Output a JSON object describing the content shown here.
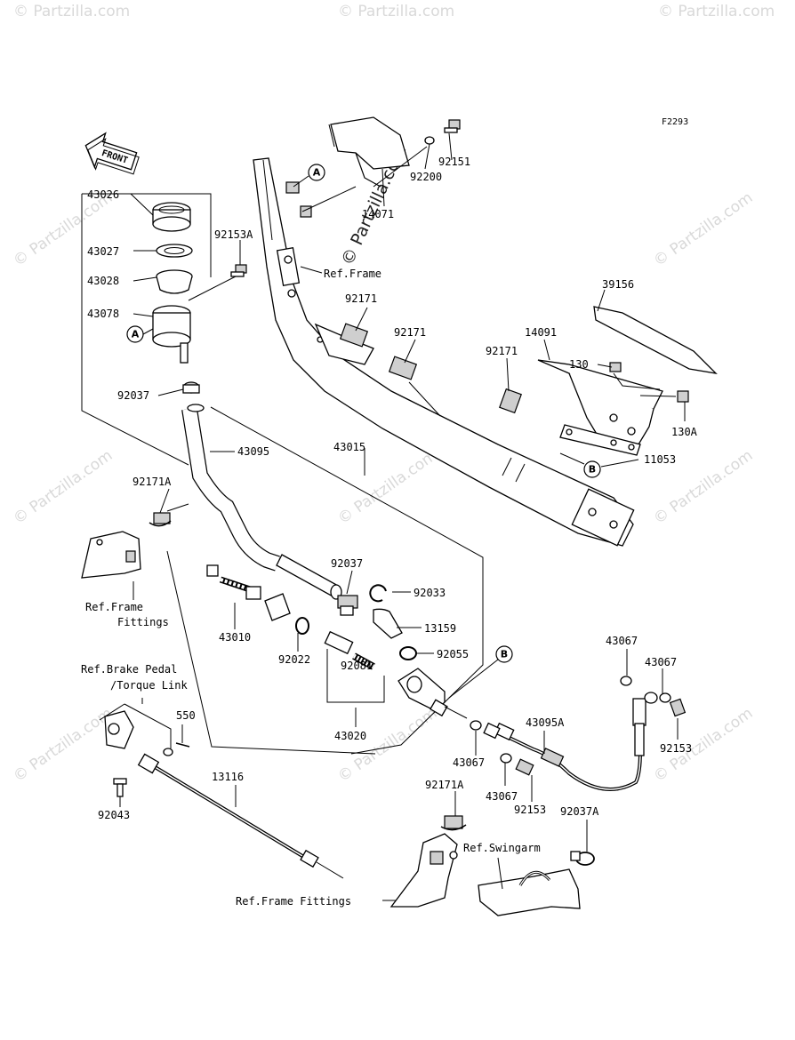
{
  "figure_code": "F2293",
  "front_arrow_label": "FRONT",
  "watermark": {
    "text": "© Partzilla.com",
    "center_text": "© Partzilla.com"
  },
  "callouts": {
    "a": "A",
    "b": "B"
  },
  "parts": {
    "p43026": "43026",
    "p43027": "43027",
    "p43028": "43028",
    "p43078": "43078",
    "p92153a": "92153A",
    "p92037_top": "92037",
    "p43095": "43095",
    "p43015": "43015",
    "p92171a_left": "92171A",
    "p43010": "43010",
    "p92037_mid": "92037",
    "p92033": "92033",
    "p13159": "13159",
    "p92055": "92055",
    "p92022": "92022",
    "p92081": "92081",
    "p43020": "43020",
    "p550": "550",
    "p13116": "13116",
    "p92043": "92043",
    "p92171a_bottom": "92171A",
    "p92037a": "92037A",
    "p43067_a": "43067",
    "p43067_b": "43067",
    "p43067_c": "43067",
    "p43067_d": "43067",
    "p43095a": "43095A",
    "p92153_right": "92153",
    "p92153_bottom": "92153",
    "p39156": "39156",
    "p14091": "14091",
    "p130": "130",
    "p130a": "130A",
    "p11053": "11053",
    "p92171_1": "92171",
    "p92171_2": "92171",
    "p92171_3": "92171",
    "p92151": "92151",
    "p92200": "92200",
    "p14071": "14071"
  },
  "refs": {
    "frame": "Ref.Frame",
    "frame_fittings_line1": "Ref.Frame",
    "frame_fittings_line2": "Fittings",
    "brake_pedal_line1": "Ref.Brake Pedal",
    "brake_pedal_line2": "/Torque Link",
    "swingarm": "Ref.Swingarm",
    "frame_fittings_bottom": "Ref.Frame Fittings"
  }
}
